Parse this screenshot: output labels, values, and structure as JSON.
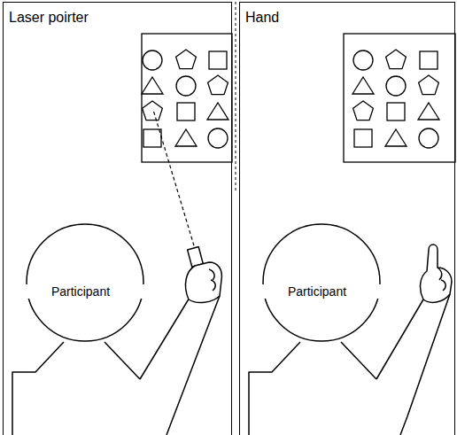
{
  "diagram": {
    "nodes": [
      {
        "text": [
          "Laser poirter"
        ]
      },
      {
        "text": [
          "Participant"
        ],
        "in": 0
      },
      {
        "text": [
          "Hand"
        ]
      },
      {
        "text": [
          "Participant"
        ],
        "in": 2
      }
    ]
  }
}
